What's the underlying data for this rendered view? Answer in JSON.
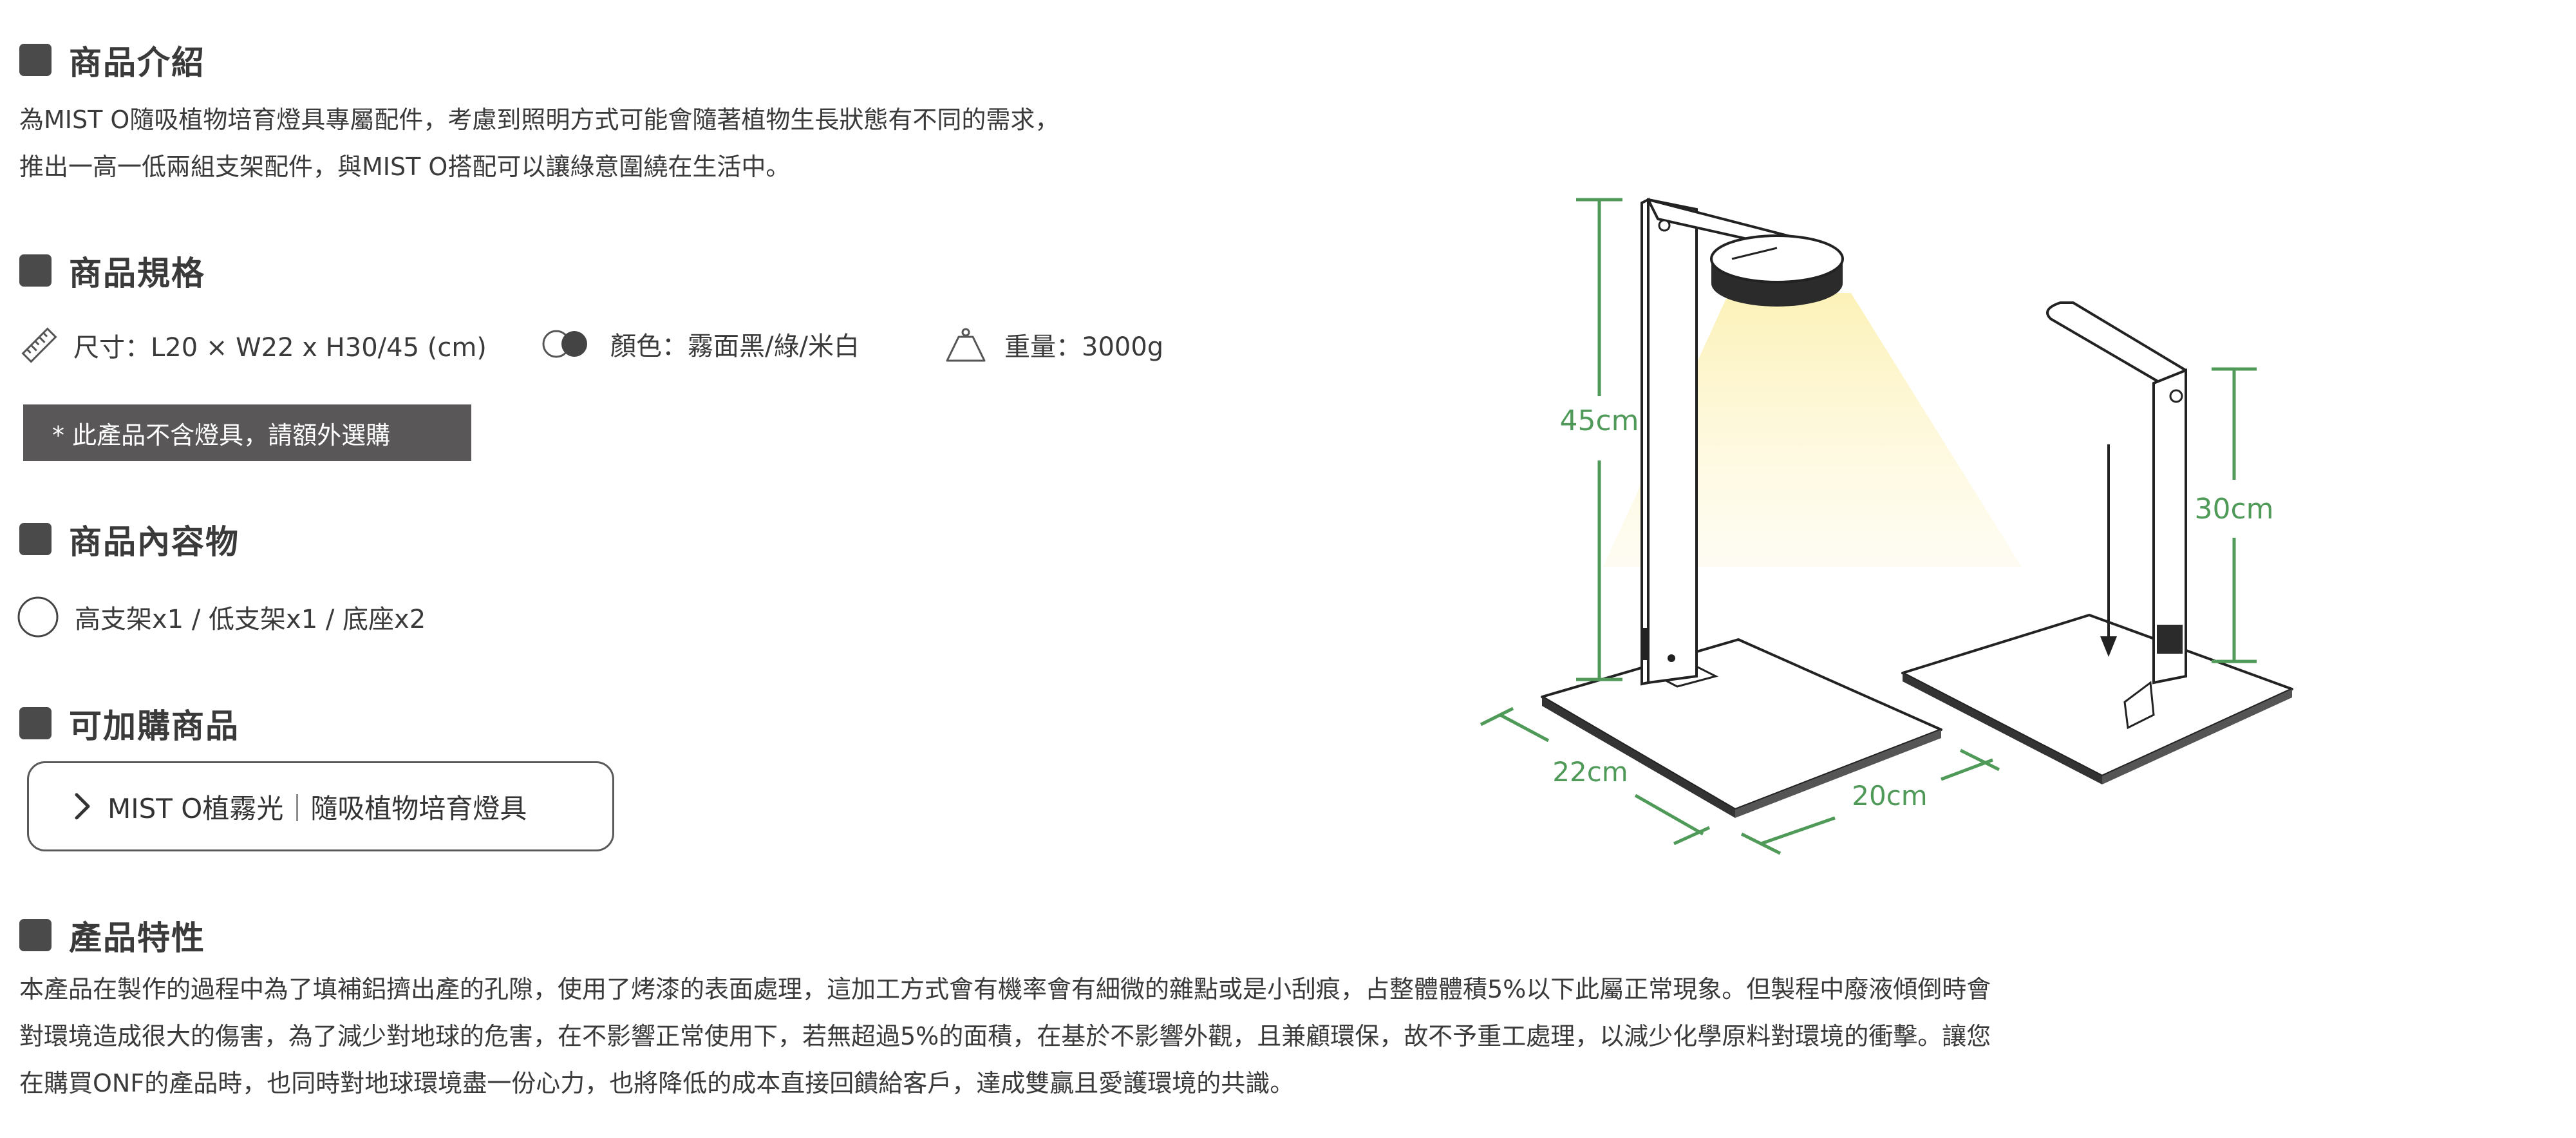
{
  "intro": {
    "heading": "商品介紹",
    "line1": "為MIST O隨吸植物培育燈具專屬配件，考慮到照明方式可能會隨著植物生長狀態有不同的需求，",
    "line2": "推出一高一低兩組支架配件，與MIST O搭配可以讓綠意圍繞在生活中。"
  },
  "specs": {
    "heading": "商品規格",
    "size_label": "尺寸：L20 × W22 x H30/45 (cm)",
    "color_label": "顏色：霧面黑/綠/米白",
    "weight_label": "重量：3000g",
    "notice": "* 此產品不含燈具，請額外選購",
    "icons": [
      "ruler-icon",
      "color-swatch-icon",
      "weight-icon"
    ]
  },
  "contents": {
    "heading": "商品內容物",
    "items": "高支架x1 / 低支架x1 / 底座x2",
    "icon": "circle-icon"
  },
  "addon": {
    "heading": "可加購商品",
    "link_label": "MIST O植霧光｜隨吸植物培育燈具",
    "icon": "chevron-right-icon"
  },
  "features": {
    "heading": "產品特性",
    "line1": "本產品在製作的過程中為了填補鋁擠出產的孔隙，使用了烤漆的表面處理，這加工方式會有機率會有細微的雜點或是小刮痕，占整體體積5%以下此屬正常現象。但製程中廢液傾倒時會",
    "line2": "對環境造成很大的傷害，為了減少對地球的危害，在不影響正常使用下，若無超過5%的面積，在基於不影響外觀，且兼顧環保，故不予重工處理，以減少化學原料對環境的衝擊。讓您",
    "line3": "在購買ONF的產品時，也同時對地球環境盡一份心力，也將降低的成本直接回饋給客戶，達成雙贏且愛護環境的共識。"
  },
  "diagram": {
    "label_tall": "45cm",
    "label_short": "30cm",
    "label_width": "22cm",
    "label_length": "20cm",
    "dim_color": "#4f9a58",
    "light_color": "#fdf6c8"
  }
}
